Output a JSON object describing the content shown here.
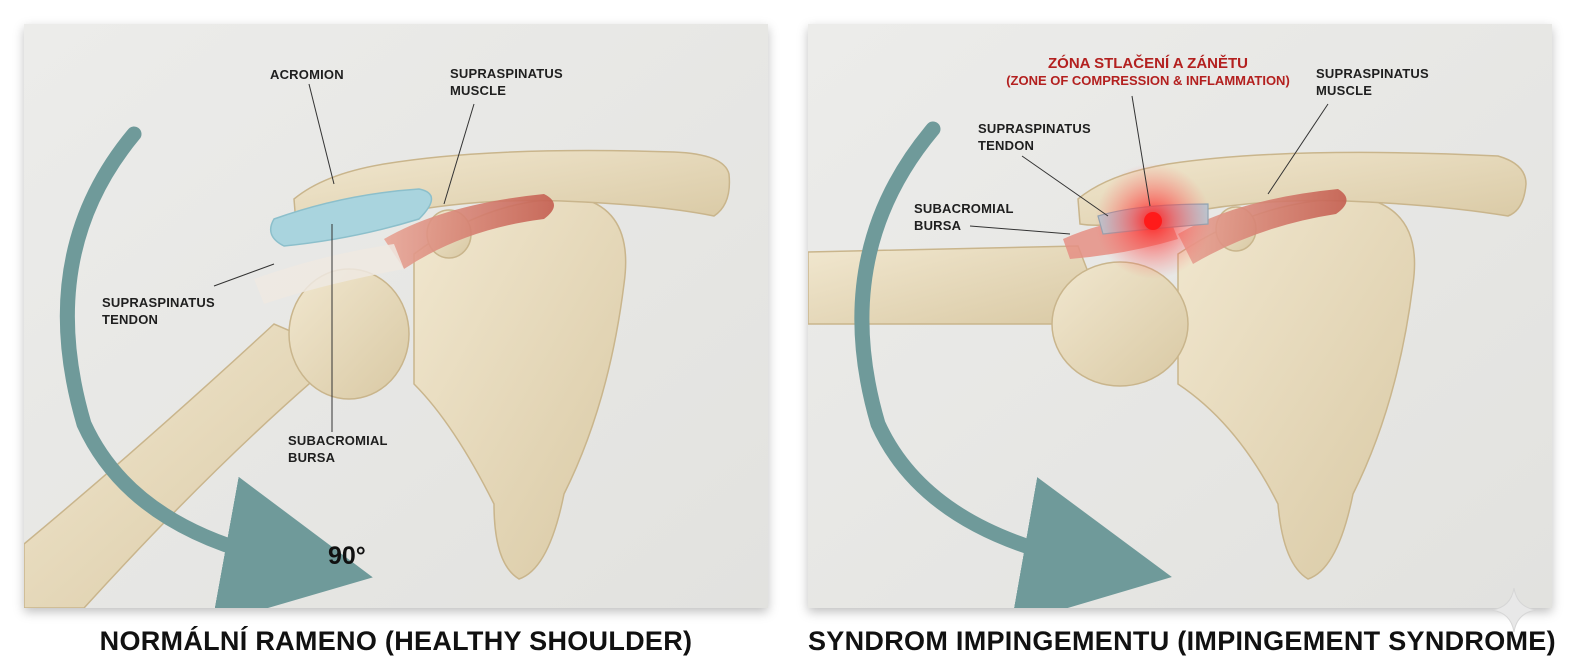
{
  "left_panel": {
    "labels": {
      "acromion": "ACROMION",
      "supraspinatus_muscle": [
        "SUPRASPINATUS",
        "MUSCLE"
      ],
      "supraspinatus_tendon": [
        "SUPRASPINATUS",
        "TENDON"
      ],
      "subacromial_bursa": [
        "SUBACROMIAL",
        "BURSA"
      ]
    },
    "angle": "90°",
    "caption": "NORMÁLNÍ RAMENO (HEALTHY SHOULDER)"
  },
  "right_panel": {
    "zone_title": "ZÓNA STLAČENÍ A ZÁNĚTU",
    "zone_subtitle": "(ZONE OF COMPRESSION & INFLAMMATION)",
    "labels": {
      "supraspinatus_muscle": [
        "SUPRASPINATUS",
        "MUSCLE"
      ],
      "supraspinatus_tendon": [
        "SUPRASPINATUS",
        "TENDON"
      ],
      "subacromial_bursa": [
        "SUBACROMIAL",
        "BURSA"
      ]
    },
    "caption": "SYNDROM IMPINGEMENTU (IMPINGEMENT SYNDROME)"
  },
  "colors": {
    "bone": "#e8dcc0",
    "arrow": "#6f9a9a",
    "bursa": "#a9d4de",
    "muscle": "#d9786a",
    "inflammation": "#e62020",
    "zone_text": "#b3201f"
  },
  "icons": {
    "watermark": "sparkle-icon"
  }
}
